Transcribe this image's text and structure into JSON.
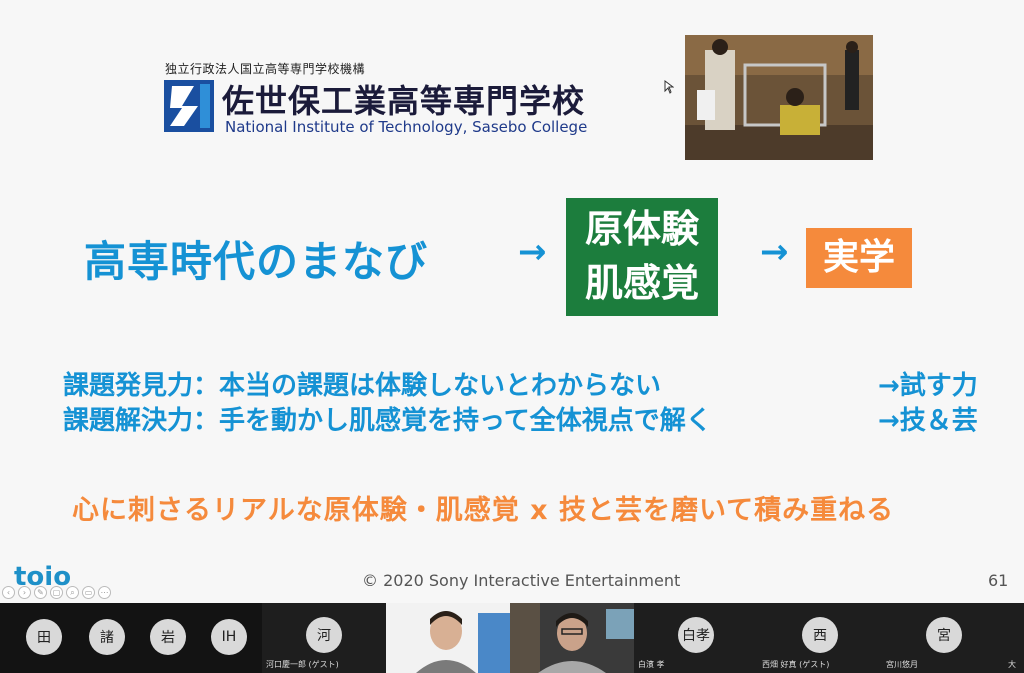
{
  "slide": {
    "org_line": "独立行政法人国立高等専門学校機構",
    "school_jp": "佐世保工業高等専門学校",
    "school_en": "National Institute of Technology, Sasebo College",
    "main_phrase": "高専時代のまなび",
    "arrow": "→",
    "green_box": [
      "原体験",
      "肌感覚"
    ],
    "orange_box": "実学",
    "rows": [
      {
        "text": "課題発見力：本当の課題は体験しないとわからない",
        "result": "→試す力"
      },
      {
        "text": "課題解決力：手を動かし肌感覚を持って全体視点で解く",
        "result": "→技＆芸"
      }
    ],
    "orange_line": "心に刺さるリアルな原体験・肌感覚 x 技と芸を磨いて積み重ねる",
    "logo_text": "toio",
    "copyright": "© 2020 Sony Interactive Entertainment",
    "page_number": "61"
  },
  "colors": {
    "blue": "#1592d4",
    "green": "#1c7d3d",
    "orange": "#f58a3c"
  },
  "participants": [
    {
      "initial": "田",
      "name": ""
    },
    {
      "initial": "諸",
      "name": ""
    },
    {
      "initial": "岩",
      "name": ""
    },
    {
      "initial": "IH",
      "name": ""
    },
    {
      "initial": "河",
      "name": "河口慶一郎 (ゲスト)"
    },
    {
      "initial": "白孝",
      "name": "白濱 孝"
    },
    {
      "initial": "西",
      "name": "西畑 好真 (ゲスト)"
    },
    {
      "initial": "宮",
      "name": "宮川悠月"
    },
    {
      "initial": "",
      "name": "大"
    }
  ]
}
